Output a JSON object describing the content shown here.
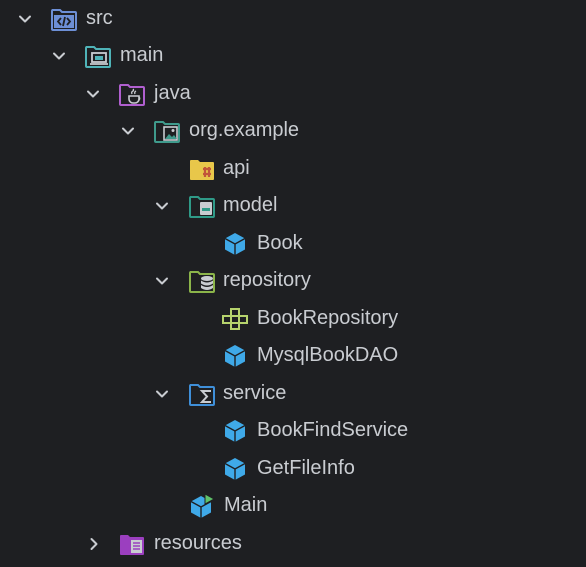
{
  "tree": {
    "items": [
      {
        "label": "src",
        "icon": "source-folder-icon",
        "expanded": true
      },
      {
        "label": "main",
        "icon": "module-folder-icon",
        "expanded": true
      },
      {
        "label": "java",
        "icon": "java-source-root-icon",
        "expanded": true
      },
      {
        "label": "org.example",
        "icon": "package-folder-icon",
        "expanded": true
      },
      {
        "label": "api",
        "icon": "api-folder-icon"
      },
      {
        "label": "model",
        "icon": "model-folder-icon",
        "expanded": true
      },
      {
        "label": "Book",
        "icon": "class-icon"
      },
      {
        "label": "repository",
        "icon": "repository-folder-icon",
        "expanded": true
      },
      {
        "label": "BookRepository",
        "icon": "interface-icon"
      },
      {
        "label": "MysqlBookDAO",
        "icon": "class-icon"
      },
      {
        "label": "service",
        "icon": "service-folder-icon",
        "expanded": true
      },
      {
        "label": "BookFindService",
        "icon": "class-icon"
      },
      {
        "label": "GetFileInfo",
        "icon": "class-icon"
      },
      {
        "label": "Main",
        "icon": "main-class-icon"
      },
      {
        "label": "resources",
        "icon": "resources-folder-icon",
        "expanded": false
      }
    ]
  },
  "colors": {
    "background": "#1e1f22",
    "text": "#c9ccd1",
    "class": "#3fa9e8",
    "source_folder": "#6d8fd6",
    "module_folder": "#4fb3b8",
    "java_folder": "#b05fcf",
    "package_folder": "#3f9a8c",
    "api_folder": "#e8c74a",
    "model_folder": "#2f9a88",
    "repository_folder": "#8bb44a",
    "service_folder": "#3f8fd9",
    "interface": "#b6d36d",
    "resources_folder": "#9b3fbf"
  }
}
